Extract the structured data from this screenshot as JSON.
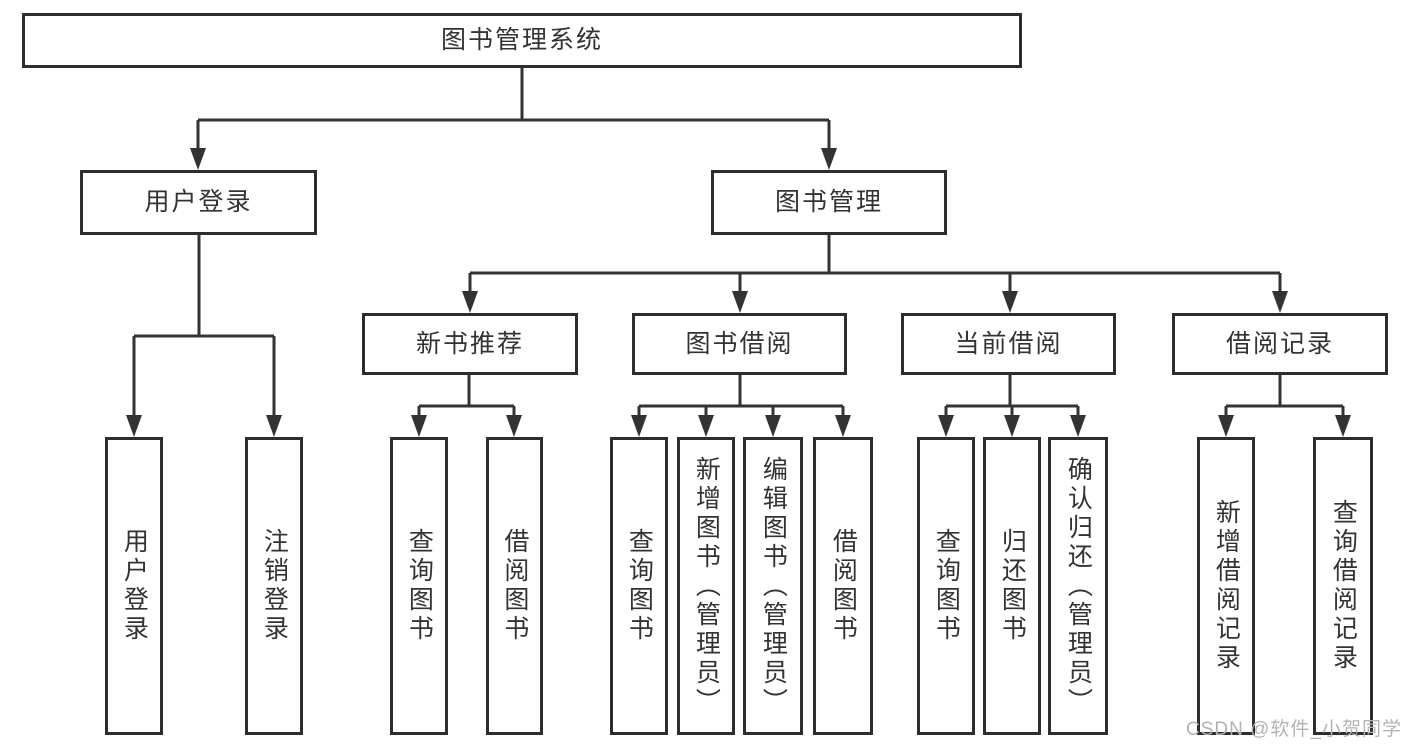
{
  "diagram": {
    "title_note": "functional structure tree of a library management system",
    "nodes": {
      "root": "图书管理系统",
      "user_login": "用户登录",
      "book_management": "图书管理",
      "new_book_recommend": "新书推荐",
      "book_borrowing": "图书借阅",
      "current_borrowing": "当前借阅",
      "borrowing_records": "借阅记录",
      "leaf_user_login": "用户登录",
      "leaf_logout_login": "注销登录",
      "leaf_nbr_query_books": "查询图书",
      "leaf_nbr_borrow_books": "借阅图书",
      "leaf_bb_query_books": "查询图书",
      "leaf_bb_add_books_admin": "新增图书（管理员）",
      "leaf_bb_edit_books_admin": "编辑图书（管理员）",
      "leaf_bb_borrow_books": "借阅图书",
      "leaf_cb_query_books": "查询图书",
      "leaf_cb_return_books": "归还图书",
      "leaf_cb_confirm_return_admin": "确认归还（管理员）",
      "leaf_br_add_record": "新增借阅记录",
      "leaf_br_query_record": "查询借阅记录"
    },
    "hierarchy": {
      "图书管理系统": {
        "用户登录": [
          "用户登录",
          "注销登录"
        ],
        "图书管理": {
          "新书推荐": [
            "查询图书",
            "借阅图书"
          ],
          "图书借阅": [
            "查询图书",
            "新增图书（管理员）",
            "编辑图书（管理员）",
            "借阅图书"
          ],
          "当前借阅": [
            "查询图书",
            "归还图书",
            "确认归还（管理员）"
          ],
          "借阅记录": [
            "新增借阅记录",
            "查询借阅记录"
          ]
        }
      }
    }
  },
  "watermark": {
    "text": "CSDN @软件_小贺同学"
  },
  "colors": {
    "line": "#333333",
    "box_border": "#2d2d2d",
    "text": "#333333",
    "watermark": "#b3b3b3",
    "background": "#ffffff"
  }
}
